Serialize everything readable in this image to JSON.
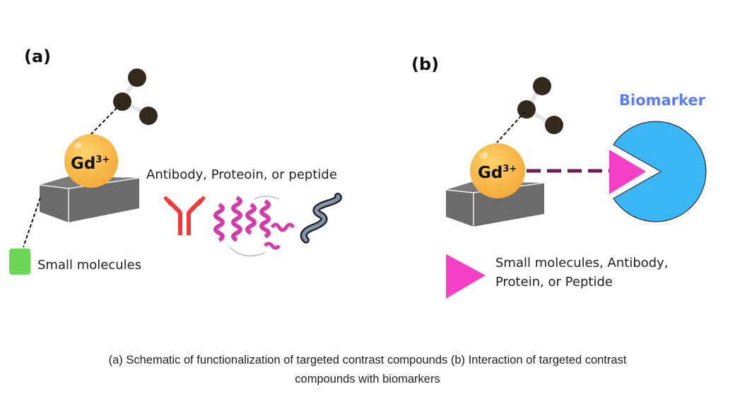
{
  "panel_a": {
    "label": "(a)",
    "ion_label": "Gd",
    "ion_charge": "3+",
    "ligand_label": "Antibody, Proteoin, or peptide",
    "small_molecule_label": "Small molecules"
  },
  "panel_b": {
    "label": "(b)",
    "ion_label": "Gd",
    "ion_charge": "3+",
    "biomarker_label": "Biomarker",
    "legend_line1": "Small molecules, Antibody,",
    "legend_line2": "Protein, or Peptide"
  },
  "colors": {
    "gd_sphere": "#f9b84a",
    "block": "#6b6b6b",
    "atom": "#33291c",
    "antibody": "#f03a3a",
    "protein": "#d63aa8",
    "peptide": "#1e2430",
    "small_molecule": "#6dd75a",
    "biomarker": "#3ab6f5",
    "biomarker_label": "#5b7cf5",
    "ligand_triangle": "#f53fc6",
    "binding_line": "#6e1f50"
  },
  "caption": {
    "line1": "(a) Schematic of functionalization of targeted contrast compounds (b) Interaction of targeted contrast",
    "line2": "compounds with biomarkers"
  }
}
